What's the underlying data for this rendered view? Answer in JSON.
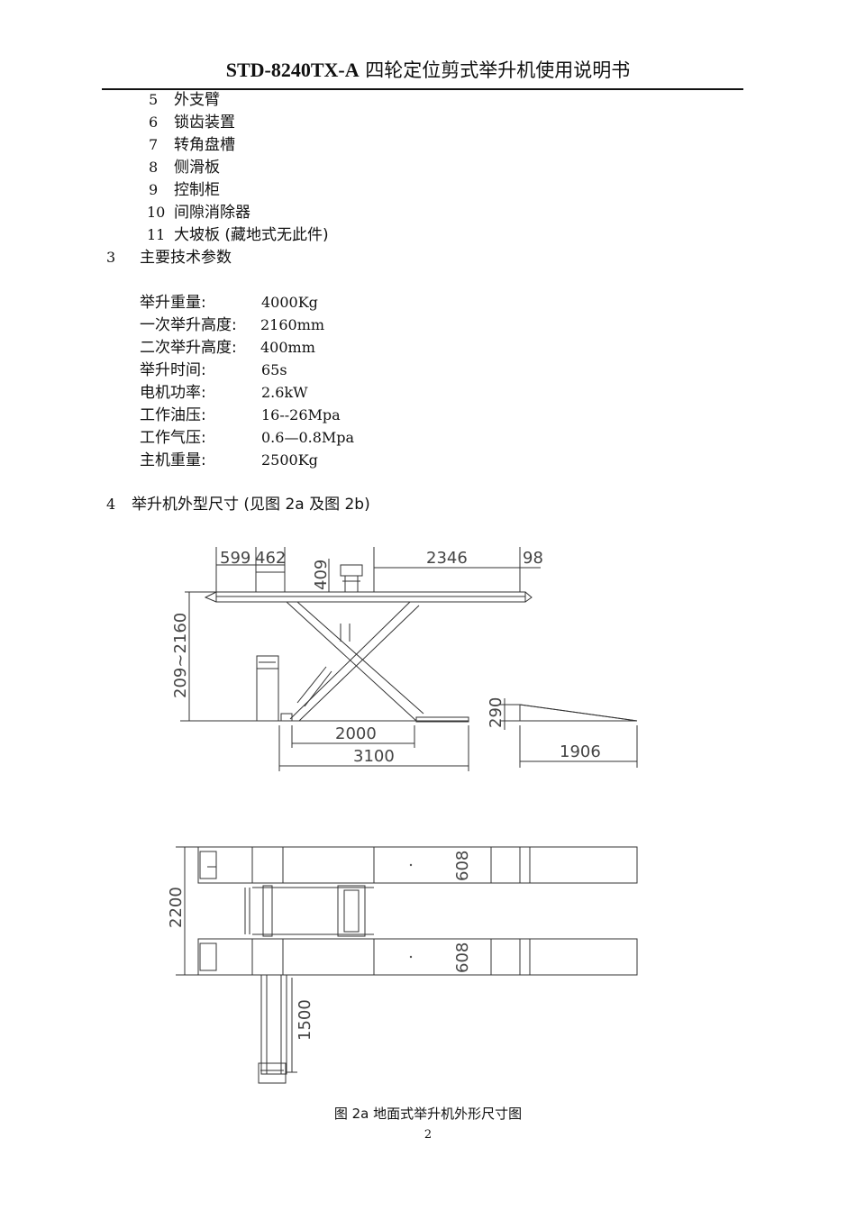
{
  "header": {
    "model": "STD-8240TX-A",
    "title": "四轮定位剪式举升机使用说明书"
  },
  "components": [
    {
      "num": "5",
      "label": "外支臂"
    },
    {
      "num": "6",
      "label": "锁齿装置"
    },
    {
      "num": "7",
      "label": "转角盘槽"
    },
    {
      "num": "8",
      "label": "侧滑板"
    },
    {
      "num": "9",
      "label": "控制柜"
    },
    {
      "num": "10",
      "label": "间隙消除器"
    },
    {
      "num": "11",
      "label": "大坡板 (藏地式无此件)"
    }
  ],
  "section3": {
    "num": "3",
    "title": "主要技术参数"
  },
  "specs": [
    {
      "label": "举升重量:",
      "value": "4000Kg"
    },
    {
      "label": "一次举升高度:",
      "value": "2160mm"
    },
    {
      "label": "二次举升高度:",
      "value": "400mm"
    },
    {
      "label": "举升时间:",
      "value": "65s"
    },
    {
      "label": "电机功率:",
      "value": "2.6kW"
    },
    {
      "label": "工作油压:",
      "value": "16--26Mpa"
    },
    {
      "label": "工作气压:",
      "value": "0.6—0.8Mpa"
    },
    {
      "label": "主机重量:",
      "value": "2500Kg"
    }
  ],
  "section4": {
    "num": "4",
    "title": "举升机外型尺寸 (见图 2a 及图 2b)"
  },
  "figure": {
    "side_dims": {
      "d599": "599",
      "d462": "462",
      "d409": "409",
      "d2346": "2346",
      "d98": "98",
      "height": "209~2160",
      "d2000": "2000",
      "d3100": "3100",
      "d290": "290",
      "d1906": "1906"
    },
    "top_dims": {
      "d2200": "2200",
      "d608a": "608",
      "d608b": "608",
      "d1500": "1500"
    },
    "caption": "图 2a   地面式举升机外形尺寸图"
  },
  "page_number": "2"
}
